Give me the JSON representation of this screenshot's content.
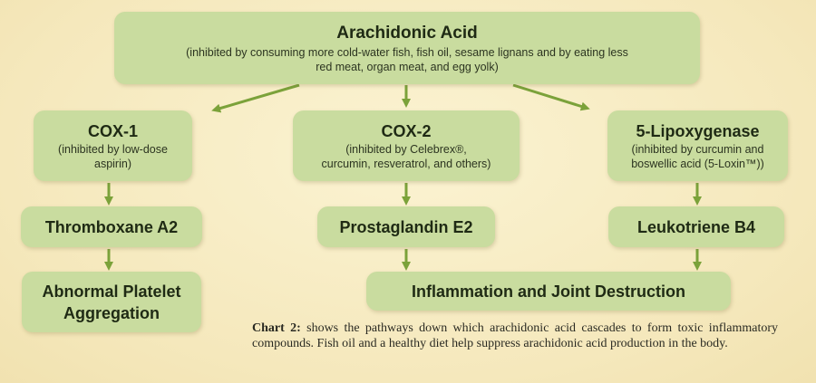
{
  "diagram": {
    "top": {
      "title": "Arachidonic Acid",
      "note_line1": "(inhibited by consuming more cold-water fish, fish oil, sesame lignans and by eating less",
      "note_line2": "red meat, organ meat, and egg yolk)"
    },
    "cox1": {
      "title": "COX-1",
      "note_line1": "(inhibited by low-dose",
      "note_line2": "aspirin)",
      "product": "Thromboxane A2",
      "outcome_line1": "Abnormal Platelet",
      "outcome_line2": "Aggregation"
    },
    "cox2": {
      "title": "COX-2",
      "note_line1": "(inhibited by Celebrex®,",
      "note_line2": "curcumin, resveratrol, and others)",
      "product": "Prostaglandin E2"
    },
    "lox5": {
      "title": "5-Lipoxygenase",
      "note_line1": "(inhibited by curcumin and",
      "note_line2": "boswellic acid (5-Loxin™))",
      "product": "Leukotriene B4"
    },
    "shared_outcome": "Inflammation and Joint Destruction"
  },
  "caption": {
    "label": "Chart 2:",
    "text": " shows the pathways down which arachidonic acid cascades to form toxic inflammatory compounds. Fish oil and a healthy diet help suppress arachidonic acid production in the body."
  },
  "colors": {
    "box_fill": "#c9dc9f",
    "arrow": "#7ba23a",
    "background": "#f7ecc4"
  }
}
